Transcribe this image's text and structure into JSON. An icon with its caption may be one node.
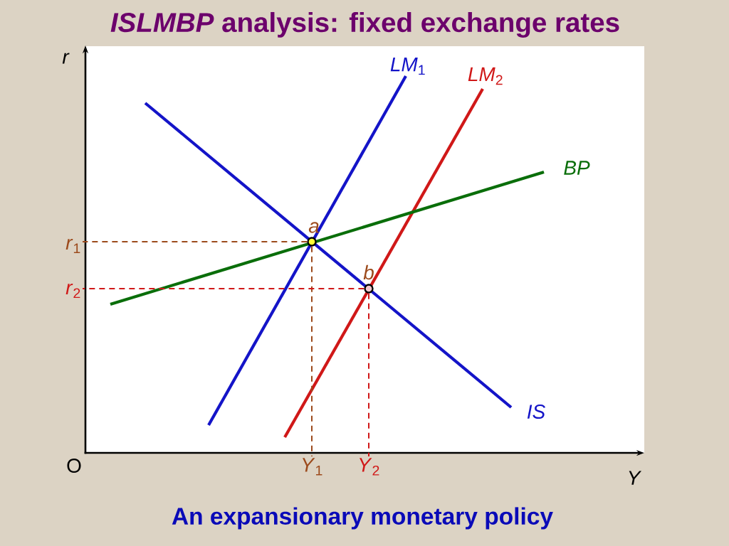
{
  "diagram": {
    "title": "*ISLMBP* analysis: fixed exchange rates",
    "caption": "An expansionary monetary policy",
    "nodes": [
      {
        "text": [],
        "shape": "circle",
        "beside": [
          "a"
        ]
      },
      {
        "text": [],
        "shape": "circle",
        "beside": [
          "b"
        ]
      },
      {
        "text": [
          "*r*$_{1}$"
        ]
      },
      {
        "text": [
          "*Y*$_{1}$"
        ]
      },
      {
        "text": [
          "*r*$_{2}$"
        ]
      },
      {
        "text": [
          "*Y*$_{2}$"
        ]
      }
    ],
    "edges": [
      {
        "from": 0,
        "to": 2,
        "arrow": "none",
        "style": "dashed",
        "color": "#9c4a1c"
      },
      {
        "from": 0,
        "to": 3,
        "arrow": "none",
        "style": "dashed",
        "color": "#9c4a1c"
      },
      {
        "from": 1,
        "to": 4,
        "arrow": "none",
        "style": "dashed",
        "color": "#d01818"
      },
      {
        "from": 1,
        "to": 5,
        "arrow": "none",
        "style": "dashed",
        "color": "#d01818"
      }
    ],
    "labels": [
      "r",
      "*LM*$_{1}$",
      "*LM*$_{2}$",
      "BP",
      "IS",
      "O",
      "Y"
    ]
  }
}
